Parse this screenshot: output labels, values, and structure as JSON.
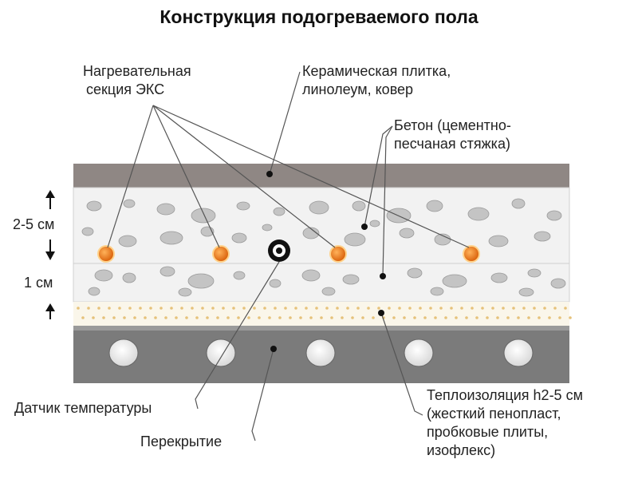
{
  "title": "Конструкция подогреваемого пола",
  "labels": {
    "heating_section": [
      "Нагревательная",
      "секция ЭКС"
    ],
    "finish": [
      "Керамическая плитка,",
      "линолеум, ковер"
    ],
    "concrete": [
      "Бетон (цементно-",
      "песчаная стяжка)"
    ],
    "sensor": "Датчик температуры",
    "slab": "Перекрытие",
    "insulation": [
      "Теплоизоляция h2-5 см",
      "(жесткий пенопласт,",
      "пробковые плиты,",
      "изофлекс)"
    ]
  },
  "dimensions": {
    "screed_top": "2-5 см",
    "screed_bottom": "1 см"
  },
  "colors": {
    "finish_layer": "#8f8784",
    "slab_layer": "#7b7b7b",
    "heating_cable": "#e8730f",
    "insulation_dots": "#e6c27a",
    "aggregate": "#c4c4c4"
  }
}
